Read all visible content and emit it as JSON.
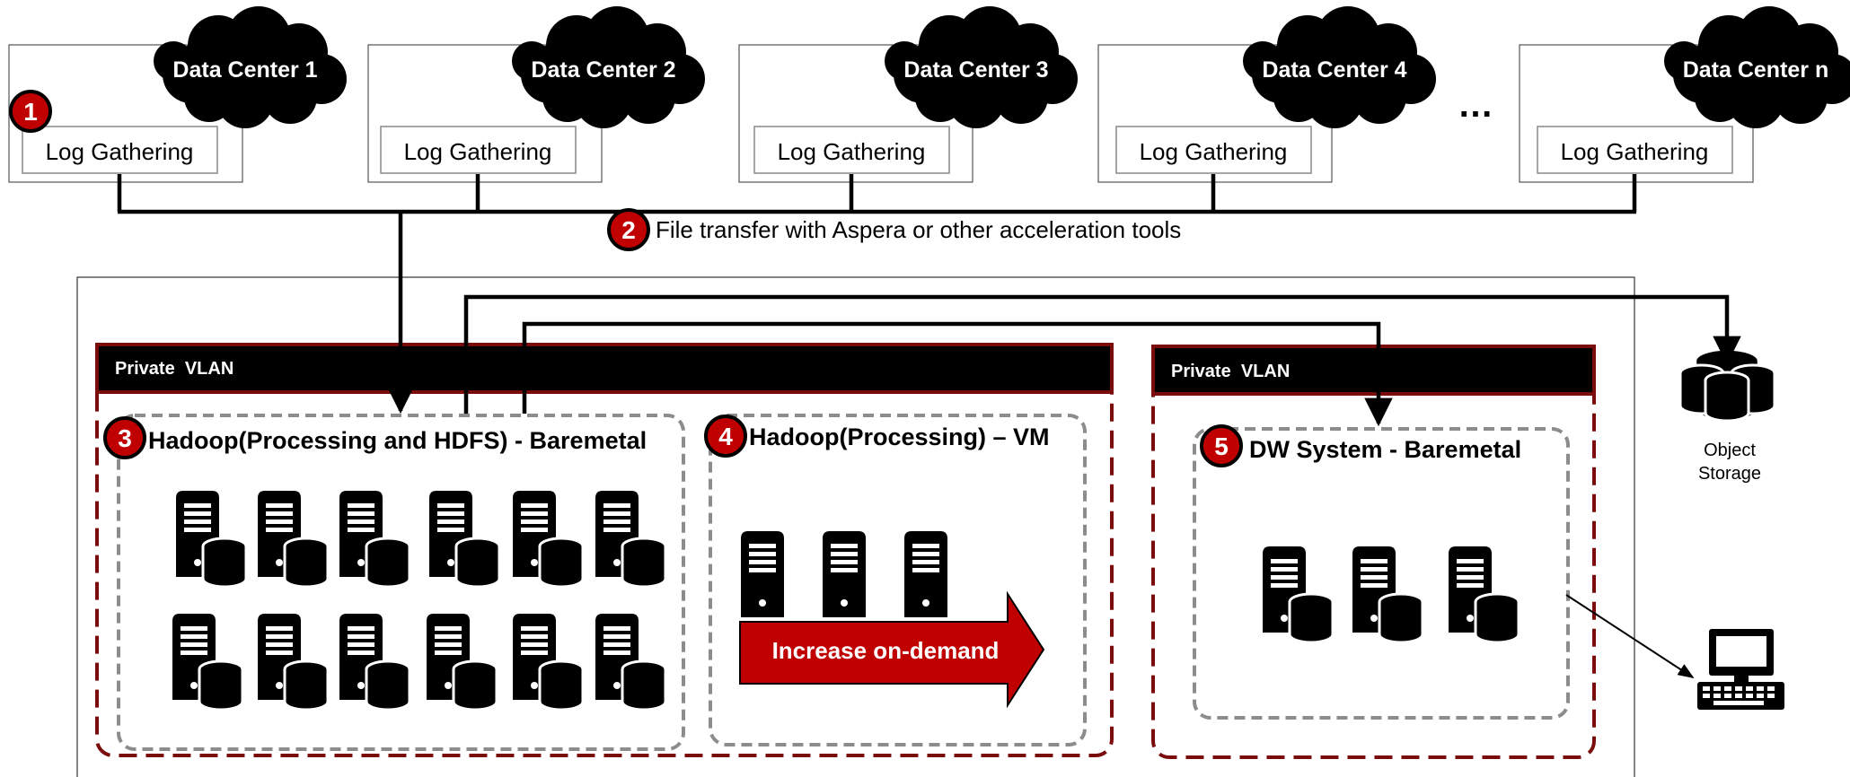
{
  "data_centers": [
    {
      "name": "Data Center 1",
      "log_label": "Log Gathering"
    },
    {
      "name": "Data Center 2",
      "log_label": "Log Gathering"
    },
    {
      "name": "Data Center 3",
      "log_label": "Log Gathering"
    },
    {
      "name": "Data Center 4",
      "log_label": "Log Gathering"
    },
    {
      "name": "Data Center n",
      "log_label": "Log Gathering"
    }
  ],
  "ellipsis": "…",
  "step_badges": [
    "1",
    "2",
    "3",
    "4",
    "5"
  ],
  "transfer_label": "File transfer with Aspera or other acceleration tools",
  "vlans": [
    {
      "header": "Private  VLAN"
    },
    {
      "header": "Private  VLAN"
    }
  ],
  "groups": {
    "hadoop_baremetal": {
      "title": "Hadoop(Processing and HDFS) - Baremetal",
      "server_count": 12
    },
    "hadoop_vm": {
      "title": "Hadoop(Processing) – VM",
      "server_count": 3,
      "arrow_label": "Increase on-demand"
    },
    "dw_system": {
      "title": "DW System - Baremetal",
      "server_count": 3
    }
  },
  "object_storage": {
    "line1": "Object",
    "line2": "Storage"
  },
  "colors": {
    "badge_red": "#c00000",
    "vlan_border": "#7a0c0c",
    "header_black": "#000000",
    "dashed_gray": "#8c8c8c",
    "arrow_red": "#c00000"
  }
}
